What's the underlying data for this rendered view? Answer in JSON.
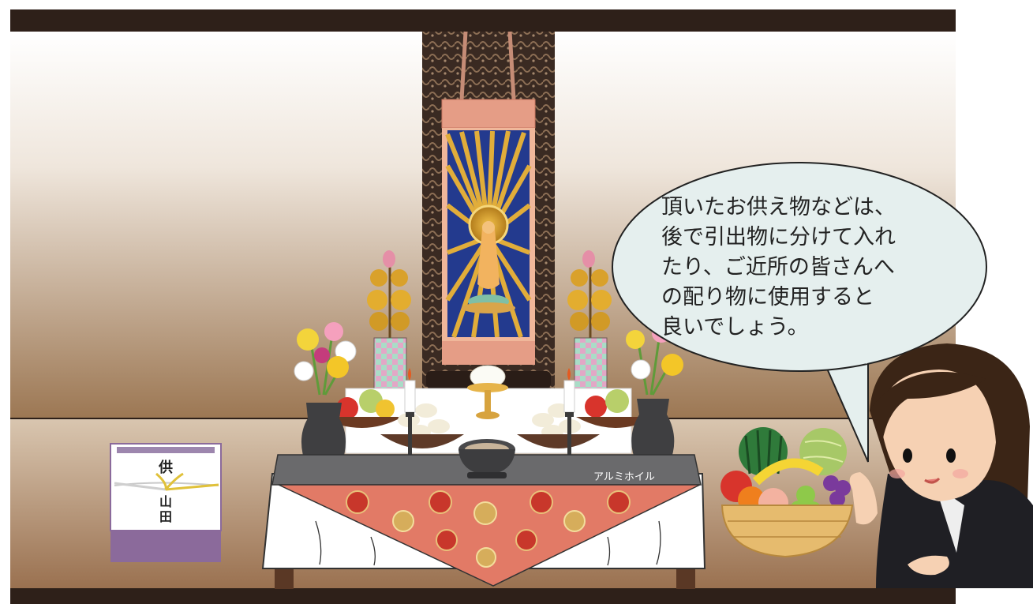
{
  "speech": {
    "lines": [
      "頂いたお供え物などは、",
      "後で引出物に分けて入れ",
      "たり、ご近所の皆さんへ",
      "の配り物に使用すると",
      "良いでしょう。"
    ]
  },
  "altar": {
    "foil_label": "アルミホイル"
  },
  "gift_box": {
    "noshi_top": "供",
    "name_line1": "山",
    "name_line2": "田"
  },
  "colors": {
    "wall_top": "#ffffff",
    "wall_bottom": "#9c7753",
    "beam": "#2e2019",
    "bubble_fill": "#e5efee",
    "tablecloth_red": "#e27a66",
    "box_purple": "#8b6a9b"
  }
}
